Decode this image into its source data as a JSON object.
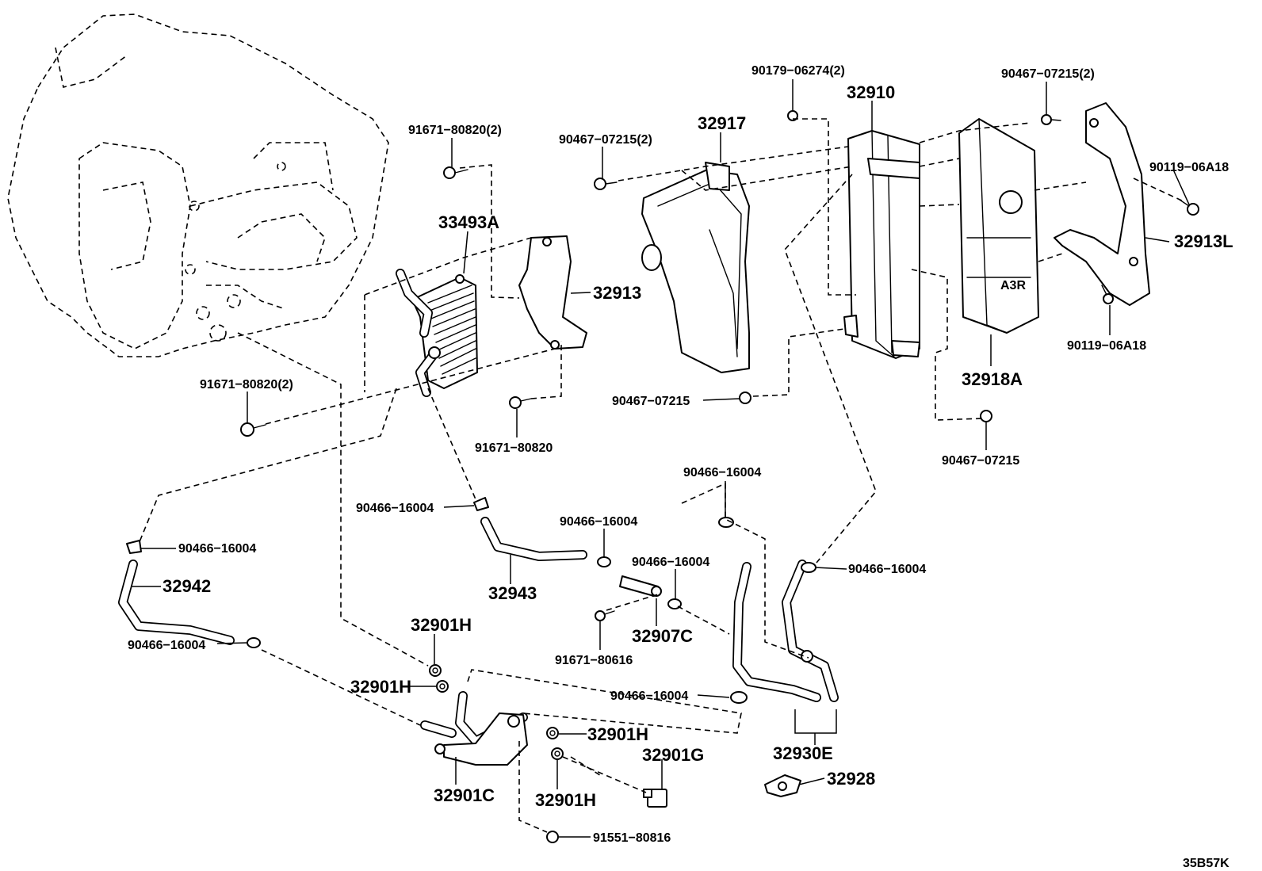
{
  "labels": {
    "p_91671_80820_2_top": "91671−80820(2)",
    "p_90467_07215_2_left": "90467−07215(2)",
    "p_90179_06274_2": "90179−06274(2)",
    "p_32910": "32910",
    "p_90467_07215_2_right": "90467−07215(2)",
    "p_32917": "32917",
    "p_90119_06a18_top": "90119−06A18",
    "p_33493a": "33493A",
    "p_32913l": "32913L",
    "p_32913": "32913",
    "p_90119_06a18_bottom": "90119−06A18",
    "p_32918a": "32918A",
    "p_91671_80820_2_left": "91671−80820(2)",
    "p_90467_07215_mid": "90467−07215",
    "p_91671_80820": "91671−80820",
    "p_90467_07215_right": "90467−07215",
    "p_90466_16004_a": "90466−16004",
    "p_90466_16004_b": "90466−16004",
    "p_90466_16004_c": "90466−16004",
    "p_90466_16004_d": "90466−16004",
    "p_90466_16004_e": "90466−16004",
    "p_90466_16004_f": "90466−16004",
    "p_90466_16004_g": "90466−16004",
    "p_90466_16004_h": "90466−16004",
    "p_32942": "32942",
    "p_32943": "32943",
    "p_32907c": "32907C",
    "p_32901h_a": "32901H",
    "p_91671_80616": "91671−80616",
    "p_32901h_b": "32901H",
    "p_32901h_c": "32901H",
    "p_32901g": "32901G",
    "p_32930e": "32930E",
    "p_32928": "32928",
    "p_32901c": "32901C",
    "p_32901h_d": "32901H",
    "p_91551_80816": "91551−80816",
    "illus_code": "35B57K"
  },
  "icons": {
    "transmission": "transmission-case-icon",
    "oil_cooler": "oil-cooler-icon",
    "bolt": "bolt-icon",
    "clamp": "hose-clamp-icon",
    "washer": "gasket-washer-icon"
  },
  "colors": {
    "ink": "#000000",
    "paper": "#ffffff"
  }
}
